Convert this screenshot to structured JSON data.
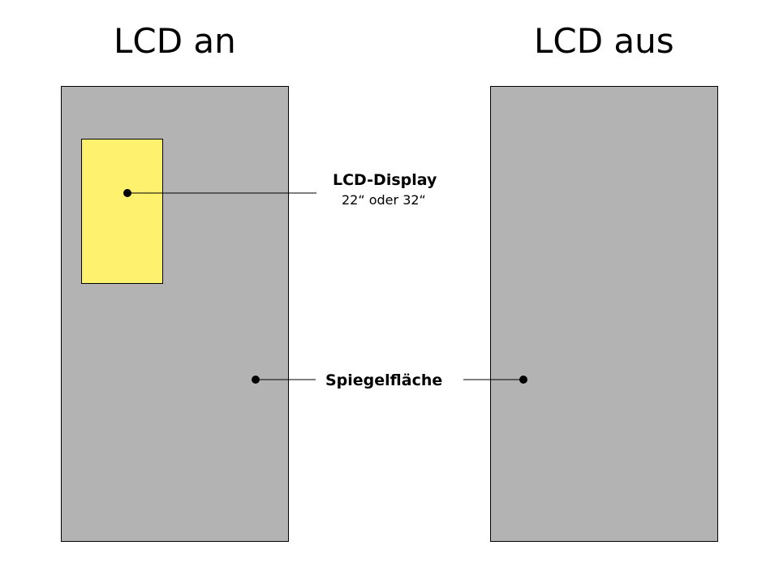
{
  "titles": {
    "left": "LCD an",
    "right": "LCD aus"
  },
  "callouts": {
    "lcd_display": {
      "label": "LCD-Display",
      "sub": "22“ oder 32“"
    },
    "mirror_surface": {
      "label": "Spiegelfläche"
    }
  },
  "colors": {
    "panel_fill": "#b3b3b3",
    "lcd_fill": "#fdf16e",
    "outline": "#000000"
  }
}
